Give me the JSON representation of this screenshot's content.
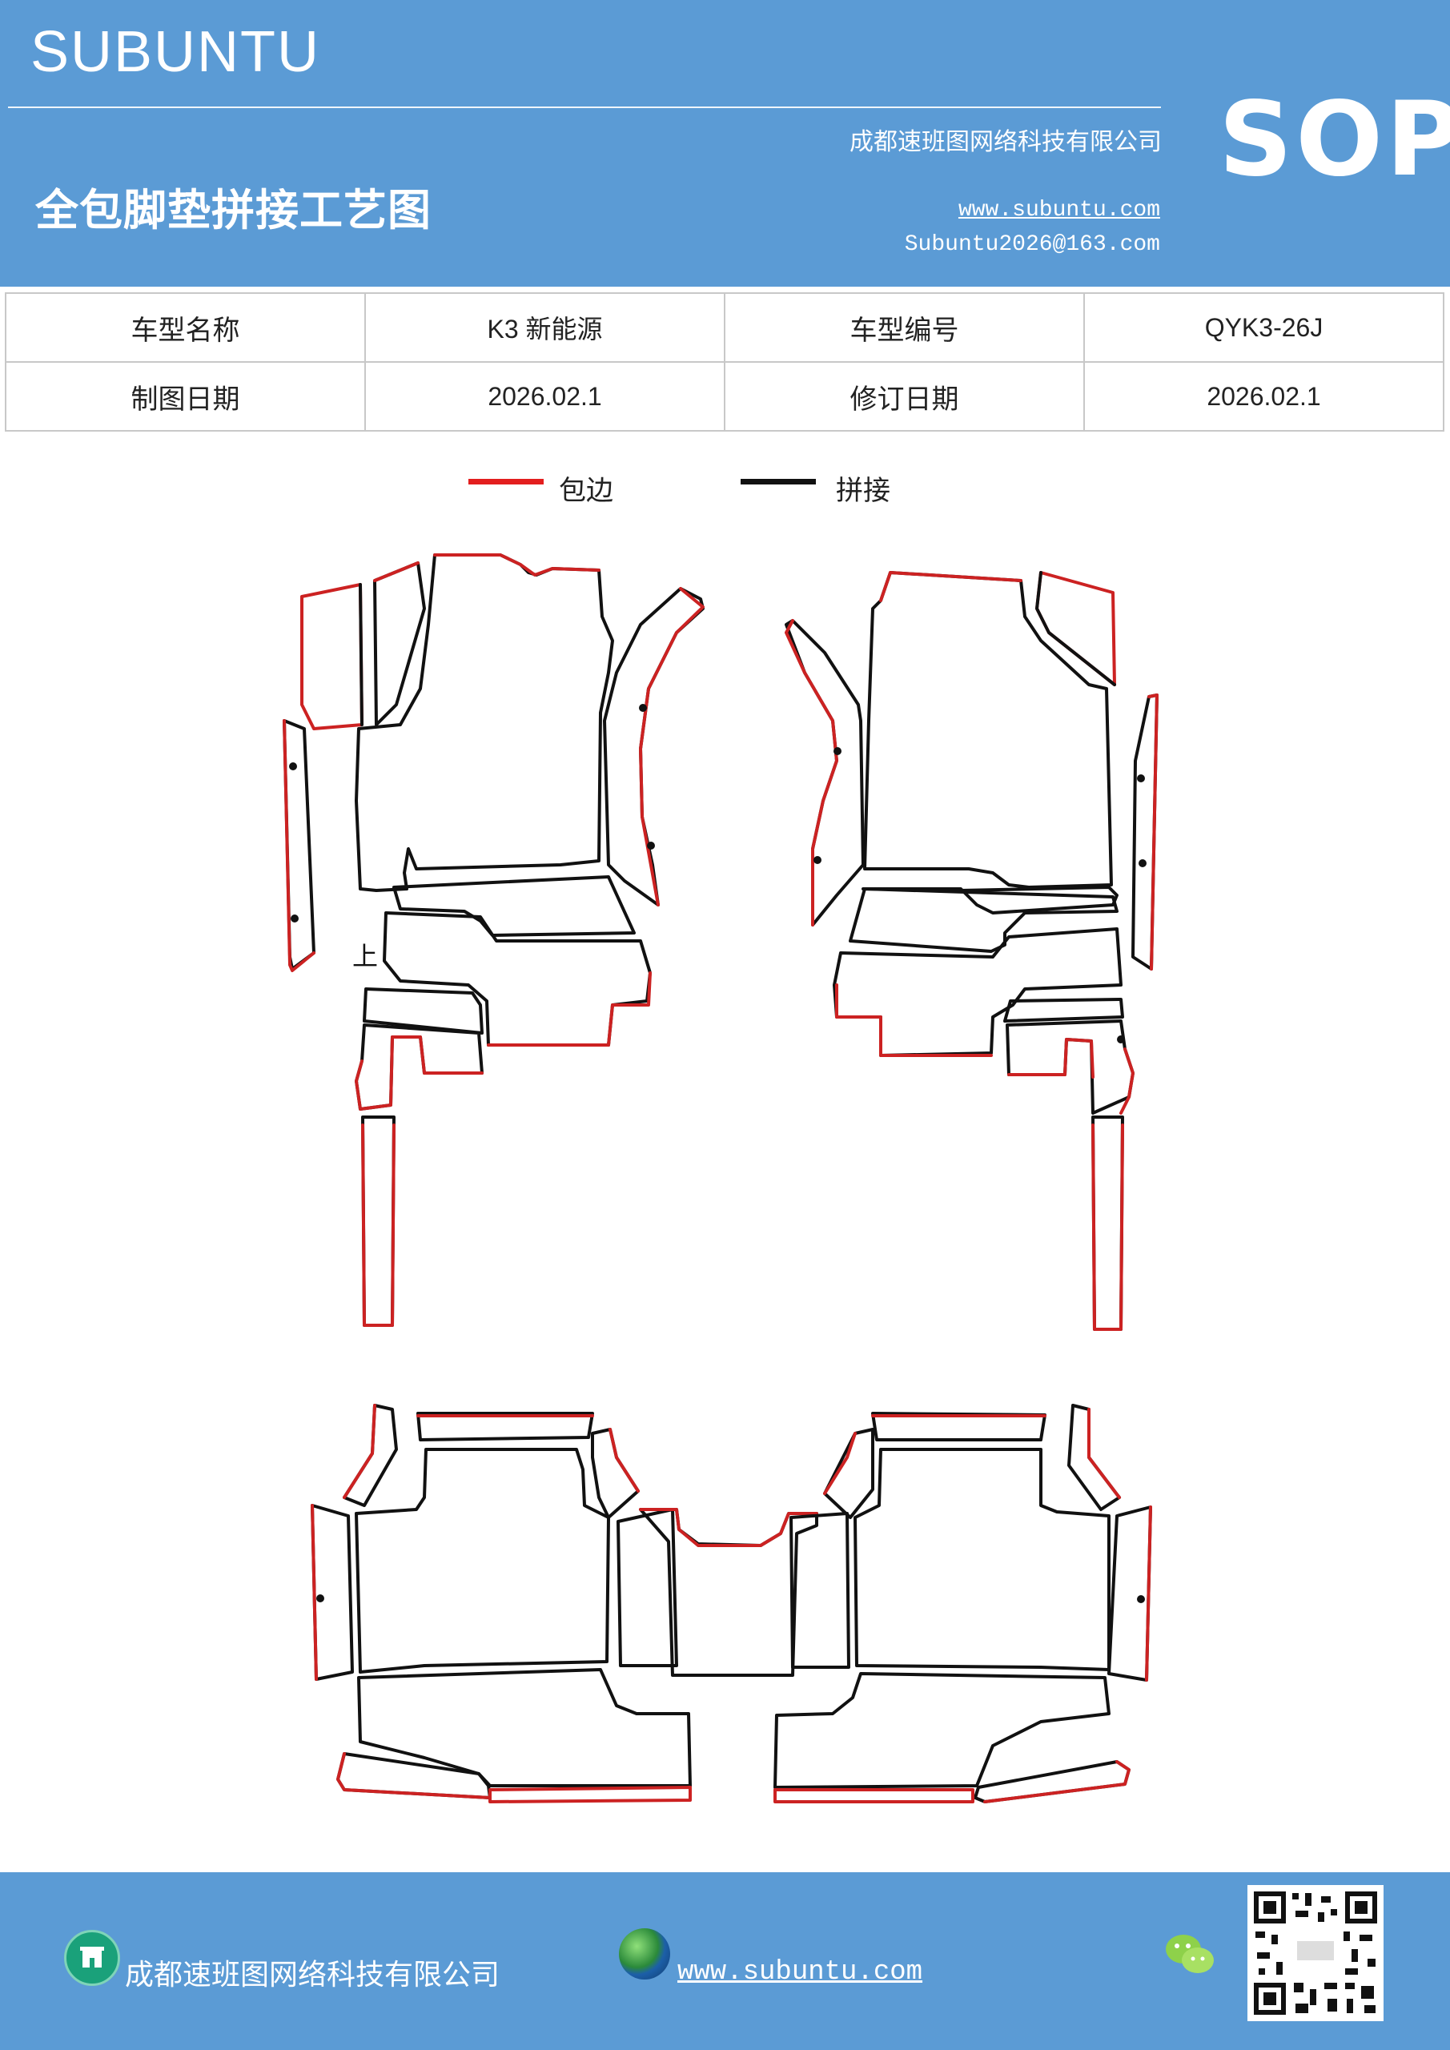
{
  "header": {
    "brand": "SUBUNTU",
    "company": "成都速班图网络科技有限公司",
    "title": "全包脚垫拼接工艺图",
    "website": "www.subuntu.com",
    "email": "Subuntu2026@163.com",
    "badge": "SOP",
    "background": "#5B9BD5"
  },
  "info_table": {
    "rows": [
      [
        "车型名称",
        "K3 新能源",
        "车型编号",
        "QYK3-26J"
      ],
      [
        "制图日期",
        "2026.02.1",
        "修订日期",
        "2026.02.1"
      ]
    ]
  },
  "legend": {
    "items": [
      {
        "label": "包边",
        "color": "#e31e1e"
      },
      {
        "label": "拼接",
        "color": "#111111"
      }
    ]
  },
  "diagram": {
    "marker_label": "上",
    "edge_color": "#cc2222",
    "seam_color": "#111111"
  },
  "footer": {
    "company": "成都速班图网络科技有限公司",
    "website": "www.subuntu.com",
    "icons": [
      "building-icon",
      "globe-icon",
      "wechat-icon",
      "qr-code"
    ]
  }
}
